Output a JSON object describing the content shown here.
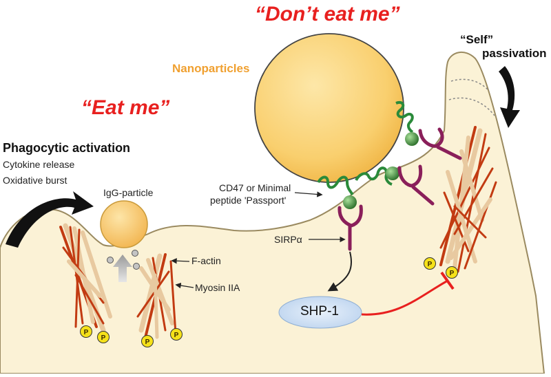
{
  "labels": {
    "dont_eat_me": "“Don’t eat me”",
    "eat_me": "“Eat me”",
    "self": "“Self”",
    "passivation": "passivation",
    "nanoparticles": "Nanoparticles",
    "phagocytic_activation": "Phagocytic activation",
    "cytokine_release": "Cytokine release",
    "oxidative_burst": "Oxidative burst",
    "igg_particle": "IgG-particle",
    "cd47_line1": "CD47 or Minimal",
    "cd47_line2": "peptide 'Passport'",
    "sirpa": "SIRPα",
    "f_actin": "F-actin",
    "myosin": "Myosin IIA",
    "shp1": "SHP-1",
    "phospho": "P"
  },
  "colors": {
    "accent_red": "#e8201f",
    "nanoparticle_orange": "#f0a030",
    "cell_fill": "#fbf2d6",
    "receptor_purple": "#8a1f5a",
    "cd47_green": "#2a8a3a",
    "actin_tan": "#e8c9a0",
    "myosin_red": "#c23b12",
    "shp1_blue": "#cfe0f3",
    "phospho_yellow": "#f5e11a"
  },
  "icons": [
    "curved-arrow-icon",
    "black-arrow-icon",
    "inhibition-bar-icon"
  ]
}
